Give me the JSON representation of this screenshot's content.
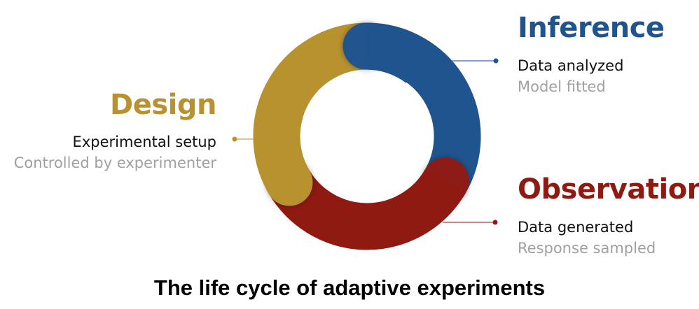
{
  "title": "The life cycle of adaptive experiments",
  "colors": {
    "design": "#b8922f",
    "inference": "#20548e",
    "observation": "#8e1a12",
    "secondary_text": "#a0a0a0",
    "primary_text": "#111111"
  },
  "stages": [
    {
      "id": "design",
      "heading": "Design",
      "line1": "Experimental setup",
      "line2": "Controlled by experimenter"
    },
    {
      "id": "inference",
      "heading": "Inference",
      "line1": "Data analyzed",
      "line2": "Model fitted"
    },
    {
      "id": "observation",
      "heading": "Observation",
      "line1": "Data generated",
      "line2": "Response sampled"
    }
  ]
}
